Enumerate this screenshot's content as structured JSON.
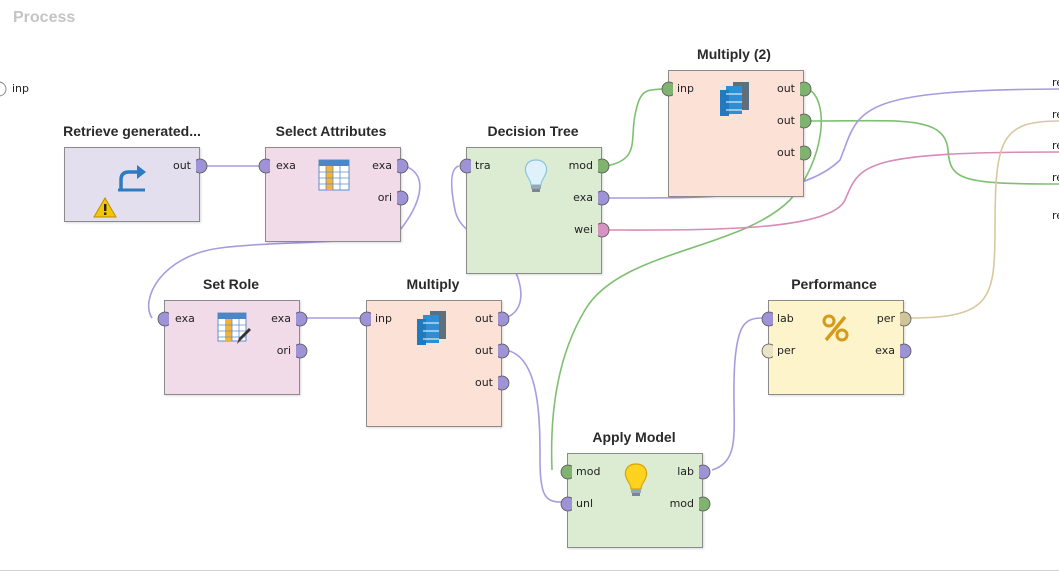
{
  "process": {
    "title": "Process"
  },
  "external": {
    "input_label": "inp",
    "outputs": [
      "re",
      "re",
      "re",
      "re",
      "re"
    ]
  },
  "operators": {
    "retrieve": {
      "title": "Retrieve generated...",
      "ports": {
        "out": "out"
      },
      "color": "#e3dfee"
    },
    "select_attributes": {
      "title": "Select Attributes",
      "ports": {
        "exa_in": "exa",
        "exa_out": "exa",
        "ori": "ori"
      },
      "color": "#f1dbe8"
    },
    "decision_tree": {
      "title": "Decision Tree",
      "ports": {
        "tra": "tra",
        "mod": "mod",
        "exa": "exa",
        "wei": "wei"
      },
      "color": "#dbecd3"
    },
    "multiply_2": {
      "title": "Multiply (2)",
      "ports": {
        "inp": "inp",
        "out1": "out",
        "out2": "out",
        "out3": "out"
      },
      "color": "#fce2d6"
    },
    "set_role": {
      "title": "Set Role",
      "ports": {
        "exa_in": "exa",
        "exa_out": "exa",
        "ori": "ori"
      },
      "color": "#f1dbe8"
    },
    "multiply": {
      "title": "Multiply",
      "ports": {
        "inp": "inp",
        "out1": "out",
        "out2": "out",
        "out3": "out"
      },
      "color": "#fce2d6"
    },
    "performance": {
      "title": "Performance",
      "ports": {
        "lab": "lab",
        "per_in": "per",
        "per_out": "per",
        "exa": "exa"
      },
      "color": "#fdf4cc"
    },
    "apply_model": {
      "title": "Apply Model",
      "ports": {
        "mod_in": "mod",
        "unl": "unl",
        "lab": "lab",
        "mod_out": "mod"
      },
      "color": "#dbecd3"
    }
  },
  "colors": {
    "example_wire": "#a99be0",
    "model_wire": "#7fbf72",
    "weights_wire": "#d88ab8",
    "performance_wire": "#d8c89e",
    "port_example": "#9d93d6",
    "port_model": "#7fb36f",
    "port_weights": "#d693c1",
    "port_performance": "#cfc49a"
  }
}
